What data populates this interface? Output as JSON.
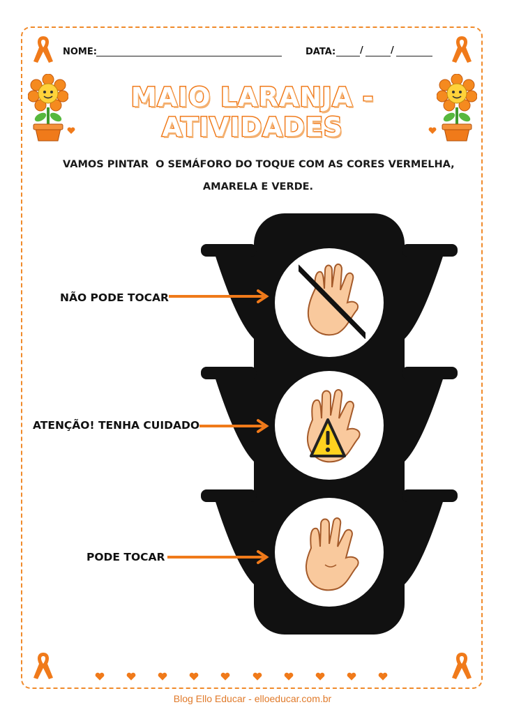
{
  "header": {
    "name_label": "NOME:",
    "date_label": "DATA:",
    "date_sep": "/"
  },
  "title": "MAIO LARANJA - ATIVIDADES",
  "instructions": {
    "line1": "VAMOS PINTAR  O SEMÁFORO DO TOQUE COM AS CORES VERMELHA,",
    "line2": "AMARELA E VERDE."
  },
  "labels": {
    "top": "NÃO PODE TOCAR",
    "middle": "ATENÇÃO! TENHA CUIDADO",
    "bottom": "PODE TOCAR"
  },
  "footer": "Blog Ello Educar - elloeducar.com.br",
  "colors": {
    "accent": "#f07a1a",
    "traffic_light": "#111111",
    "skin": "#f9c99d"
  },
  "icons": [
    "orange-ribbon-icon",
    "flower-pot-icon",
    "heart-icon",
    "no-touch-hand-icon",
    "warning-hand-icon",
    "open-hand-icon",
    "arrow-icon"
  ]
}
